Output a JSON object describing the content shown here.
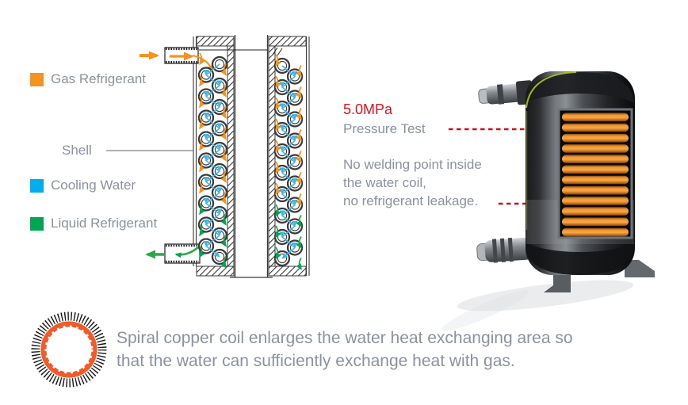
{
  "colors": {
    "gas_refrigerant": "#F6921E",
    "cooling_water": "#00AEEF",
    "liquid_refrigerant": "#00A651",
    "accent_red": "#E2121E",
    "text_gray": "#8A929F",
    "coil_copper": "#EF9733"
  },
  "legend": {
    "gas": {
      "label": "Gas Refrigerant"
    },
    "shell": {
      "label": "Shell"
    },
    "cooling": {
      "label": "Cooling Water"
    },
    "liquid": {
      "label": "Liquid Refrigerant"
    }
  },
  "annotations": {
    "pressure_value": "5.0MPa",
    "pressure_label": "Pressure Test",
    "welding_line1": "No welding point inside",
    "welding_line2": "the water coil,",
    "welding_line3": "no refrigerant leakage."
  },
  "caption": {
    "line1": "Spiral copper coil enlarges the water heat exchanging area so",
    "line2": "that the water can sufficiently exchange heat with gas."
  }
}
